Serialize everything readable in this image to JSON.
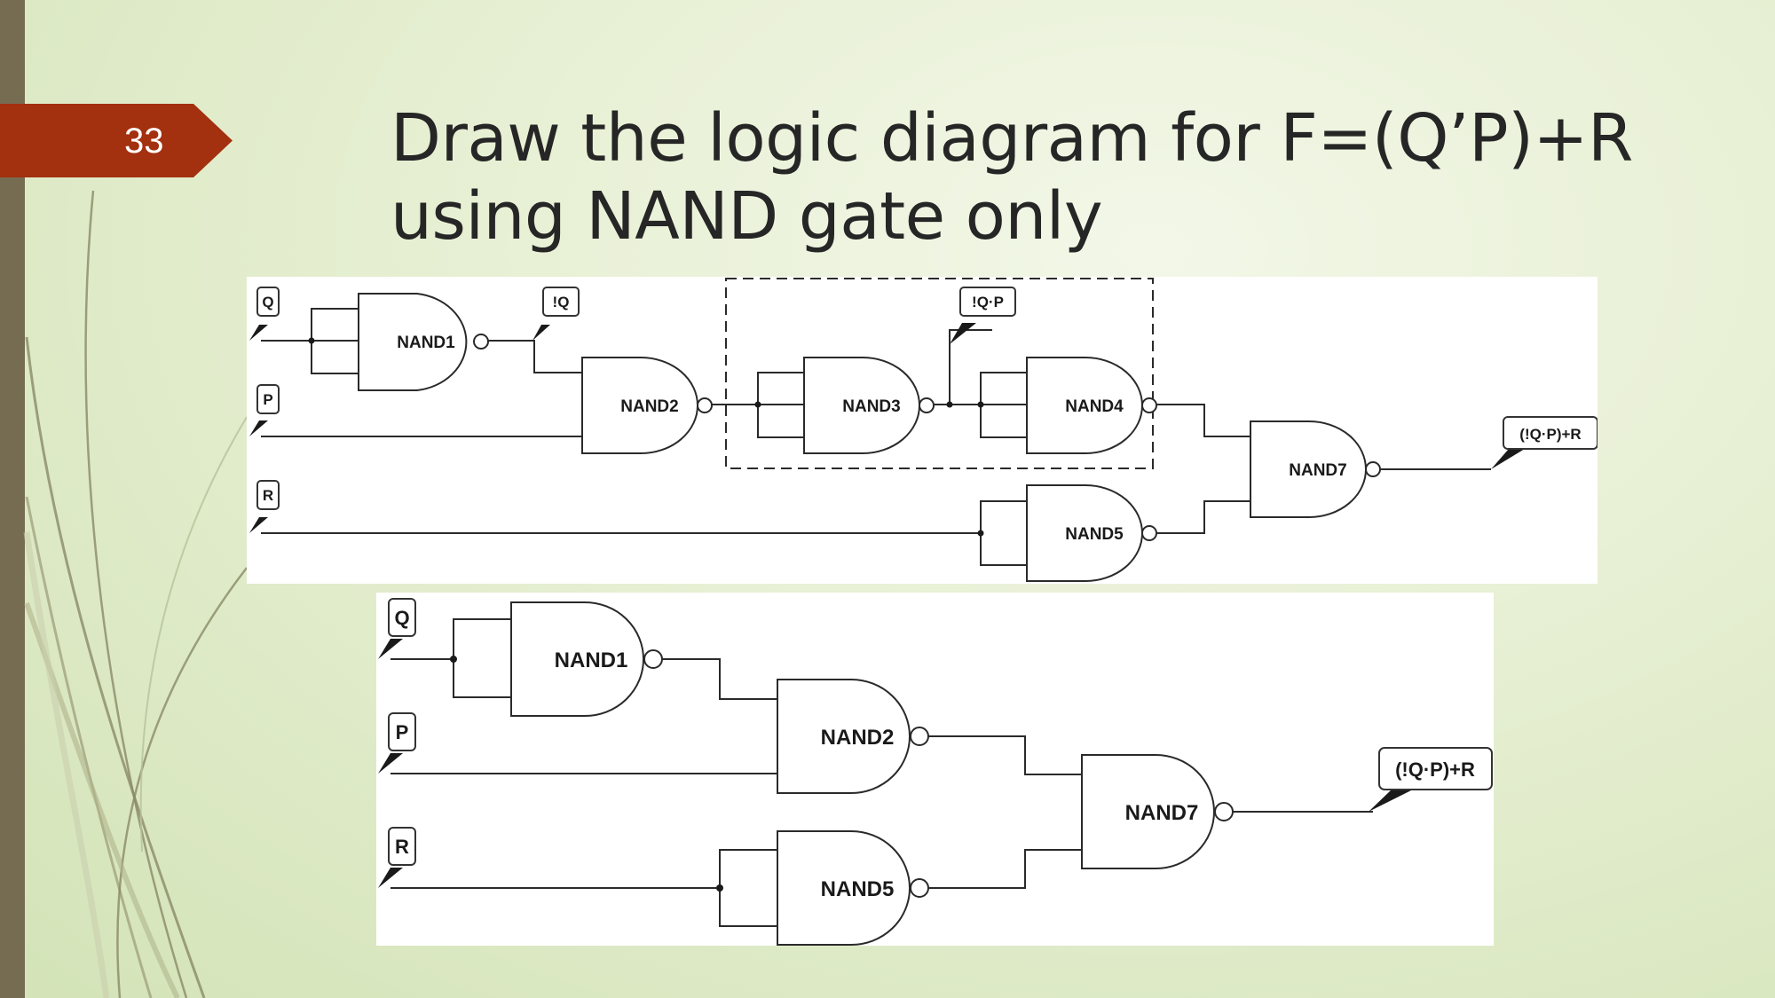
{
  "slide": {
    "number": "33",
    "title": "Draw the logic diagram for F=(Q’P)+R using NAND gate only"
  },
  "colors": {
    "badge": "#a3300f",
    "left_bar": "#766c52",
    "background": "#e6efd2"
  },
  "diagram_top": {
    "inputs": [
      "Q",
      "P",
      "R"
    ],
    "probes": [
      "!Q",
      "!Q·P"
    ],
    "gates": [
      "NAND1",
      "NAND2",
      "NAND3",
      "NAND4",
      "NAND5",
      "NAND7"
    ],
    "output": "(!Q·P)+R"
  },
  "diagram_bottom": {
    "inputs": [
      "Q",
      "P",
      "R"
    ],
    "gates": [
      "NAND1",
      "NAND2",
      "NAND5",
      "NAND7"
    ],
    "output": "(!Q·P)+R"
  }
}
